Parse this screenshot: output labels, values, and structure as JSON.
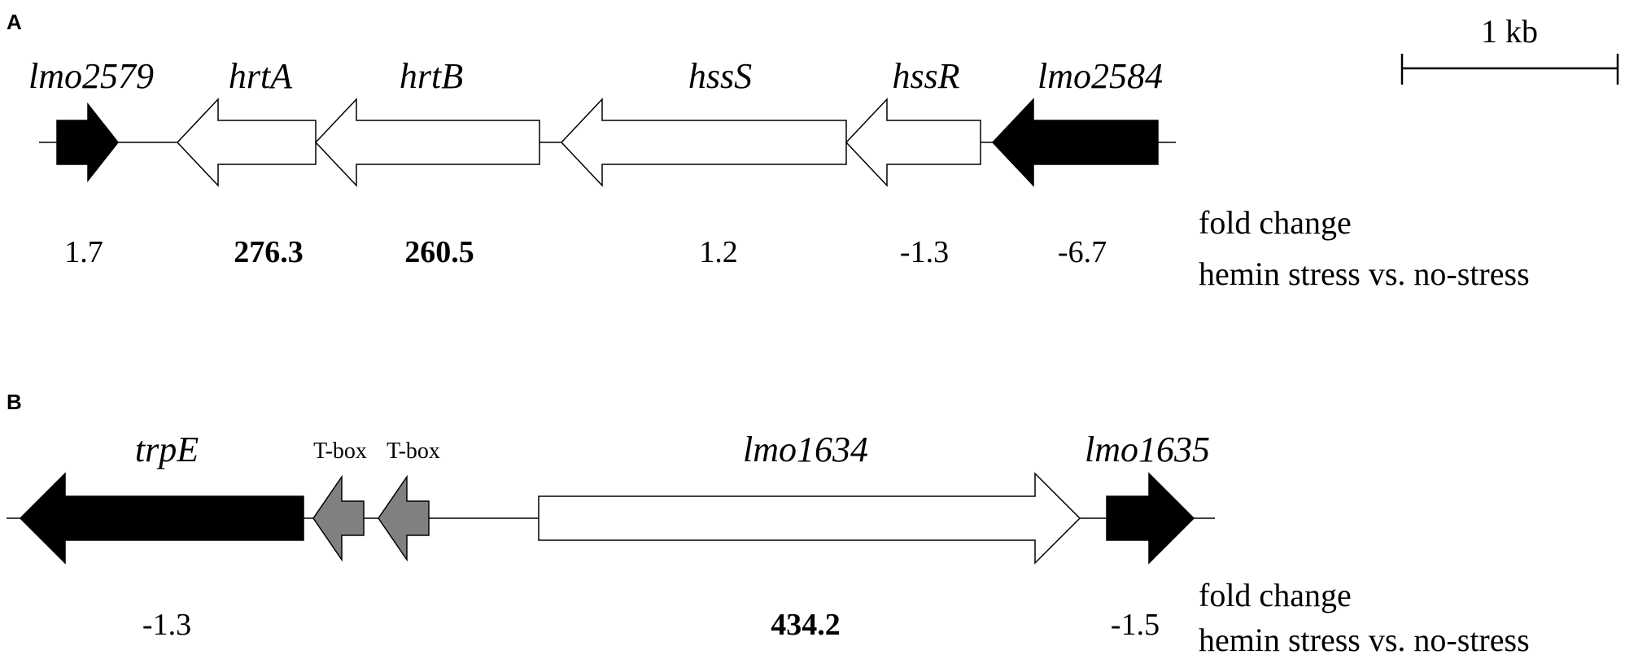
{
  "panels": {
    "a": {
      "letter": "A",
      "genes": {
        "lmo2579": "lmo2579",
        "hrtA": "hrtA",
        "hrtB": "hrtB",
        "hssS": "hssS",
        "hssR": "hssR",
        "lmo2584": "lmo2584"
      },
      "values": {
        "lmo2579": "1.7",
        "hrtA": "276.3",
        "hrtB": "260.5",
        "hssS": "1.2",
        "hssR": "-1.3",
        "lmo2584": "-6.7"
      },
      "legend_line1": "fold change",
      "legend_line2": "hemin stress vs. no-stress",
      "scale_label": "1 kb"
    },
    "b": {
      "letter": "B",
      "genes": {
        "trpE": "trpE",
        "tbox1": "T-box",
        "tbox2": "T-box",
        "lmo1634": "lmo1634",
        "lmo1635": "lmo1635"
      },
      "values": {
        "trpE": "-1.3",
        "lmo1634": "434.2",
        "lmo1635": "-1.5"
      },
      "legend_line1": "fold change",
      "legend_line2": "hemin stress vs. no-stress"
    }
  },
  "colors": {
    "black_gene": "#000000",
    "white_gene": "#ffffff",
    "gray_tbox": "#808080",
    "outline": "#000000"
  }
}
